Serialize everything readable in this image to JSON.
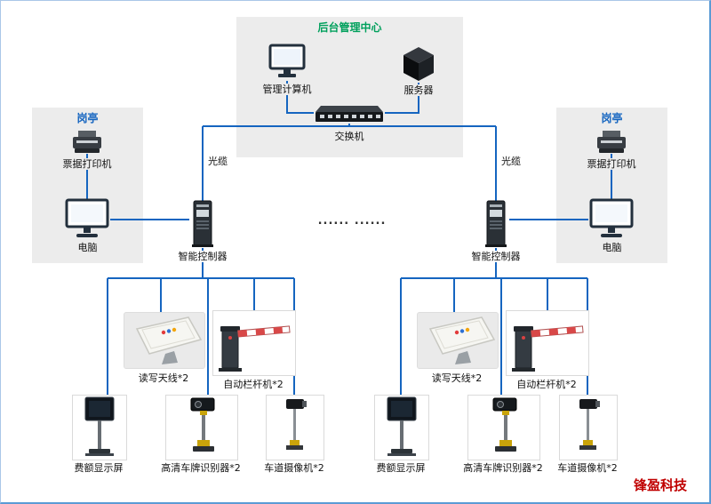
{
  "page": {
    "company": "锋盈科技",
    "dots": "...... ......"
  },
  "colors": {
    "line_blue": "#1565c0",
    "panel_gray": "#ececec",
    "backend_title_green": "#00a05c",
    "booth_title_blue": "#1565c0",
    "company_red": "#c00000",
    "barrier_stripe_red": "#d84848"
  },
  "backend": {
    "title": "后台管理中心",
    "computer_label": "管理计算机",
    "server_label": "服务器",
    "switch_label": "交换机"
  },
  "left": {
    "booth_title": "岗亭",
    "printer_label": "票据打印机",
    "pc_label": "电脑",
    "cable_label": "光缆",
    "controller_label": "智能控制器",
    "antenna_label": "读写天线*2",
    "barrier_label": "自动栏杆机*2",
    "display_label": "费额显示屏",
    "recognizer_label": "高清车牌识别器*2",
    "camera_label": "车道摄像机*2"
  },
  "right": {
    "booth_title": "岗亭",
    "printer_label": "票据打印机",
    "pc_label": "电脑",
    "cable_label": "光缆",
    "controller_label": "智能控制器",
    "antenna_label": "读写天线*2",
    "barrier_label": "自动栏杆机*2",
    "display_label": "费额显示屏",
    "recognizer_label": "高清车牌识别器*2",
    "camera_label": "车道摄像机*2"
  }
}
